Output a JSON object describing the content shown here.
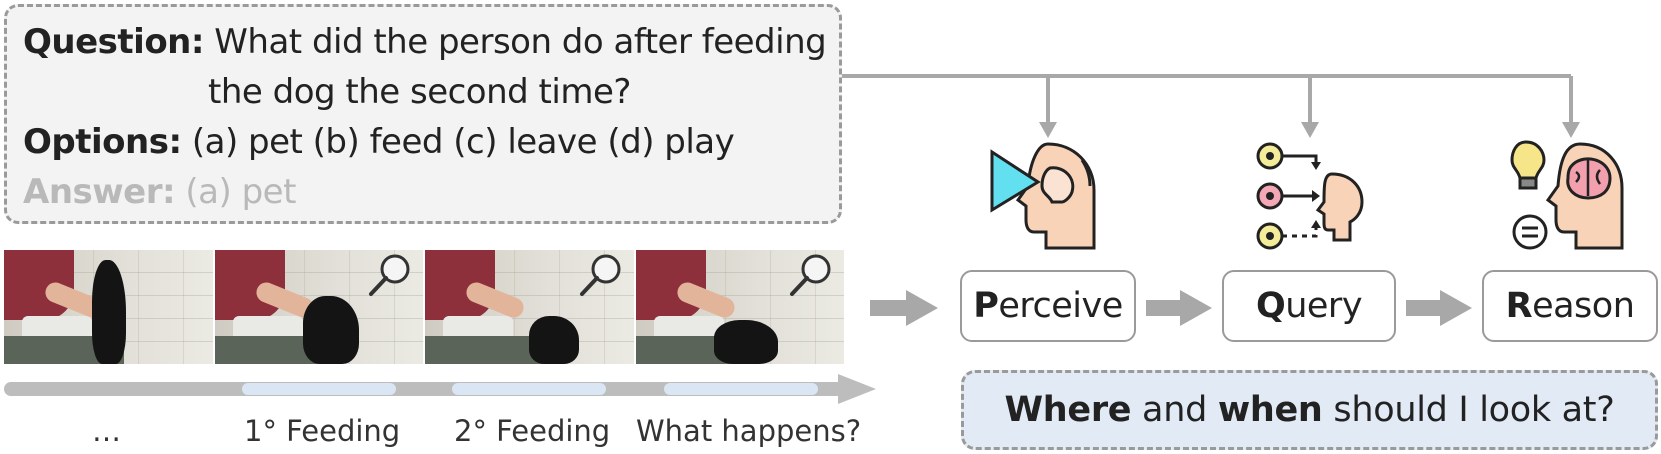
{
  "question": {
    "label": "Question:",
    "line1": "What did the person do after feeding",
    "line2": "the dog the second time?"
  },
  "options": {
    "label": "Options:",
    "text": "(a) pet (b) feed (c) leave (d) play"
  },
  "answer": {
    "label": "Answer:",
    "text": "(a) pet"
  },
  "timeline": {
    "labels": [
      "…",
      "1° Feeding",
      "2° Feeding",
      "What happens?"
    ]
  },
  "steps": [
    {
      "initial": "P",
      "rest": "erceive"
    },
    {
      "initial": "Q",
      "rest": "uery"
    },
    {
      "initial": "R",
      "rest": "eason"
    }
  ],
  "prompt": {
    "bold1": "Where",
    "mid": " and ",
    "bold2": "when",
    "rest": " should I look at?"
  },
  "icons": [
    "eye-beam-head-icon",
    "query-nodes-head-icon",
    "brain-head-idea-icon",
    "magnifier-icon"
  ],
  "colors": {
    "line": "#a8a8a8",
    "highlight": "#dbe6f5",
    "prompt_bg": "#e1eaf5",
    "beam": "#63e0f0",
    "skin": "#f8d3b8",
    "brain": "#f2a0ad",
    "bulb": "#f7e58a",
    "node_yellow": "#f5ec9a",
    "node_pink": "#f4a7b4"
  }
}
